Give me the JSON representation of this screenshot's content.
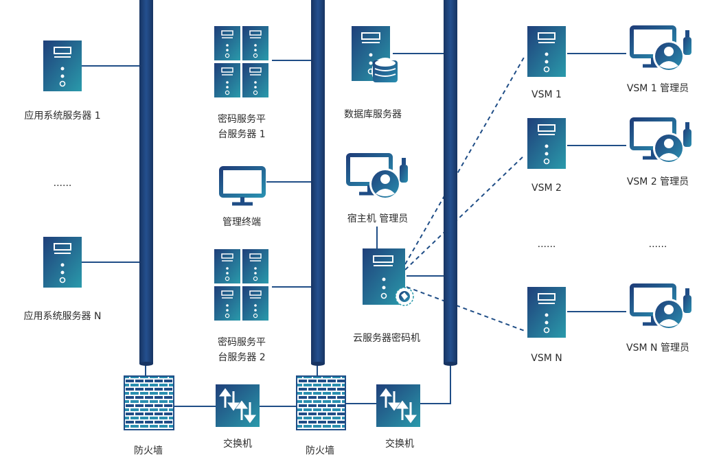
{
  "colors": {
    "accent_dark": "#1f3f7a",
    "accent_light": "#2a9aab",
    "line": "#1f4d86",
    "bg": "#ffffff"
  },
  "labels": {
    "app_server_1": "应用系统服务器 1",
    "app_ellipsis": "......",
    "app_server_n": "应用系统服务器 N",
    "crypto_platform_1_line1": "密码服务平",
    "crypto_platform_1_line2": "台服务器 1",
    "mgmt_terminal": "管理终端",
    "crypto_platform_2_line1": "密码服务平",
    "crypto_platform_2_line2": "台服务器 2",
    "db_server": "数据库服务器",
    "host_admin": "宿主机 管理员",
    "cloud_hsm": "云服务器密码机",
    "vsm_1": "VSM 1",
    "vsm_2": "VSM 2",
    "vsm_ellipsis": "......",
    "vsm_n": "VSM N",
    "vsm_1_admin": "VSM 1 管理员",
    "vsm_2_admin": "VSM 2 管理员",
    "admin_ellipsis": "......",
    "vsm_n_admin": "VSM N 管理员",
    "firewall_1": "防火墙",
    "switch_1": "交换机",
    "firewall_2": "防火墙",
    "switch_2": "交换机"
  },
  "icons": {
    "server": "server-icon",
    "server_cluster": "server-cluster-icon",
    "database_server": "database-server-icon",
    "monitor": "monitor-icon",
    "admin_workstation": "admin-workstation-icon",
    "firewall": "firewall-icon",
    "switch": "switch-icon",
    "usb_key": "usb-key-icon",
    "bus": "network-bus"
  }
}
